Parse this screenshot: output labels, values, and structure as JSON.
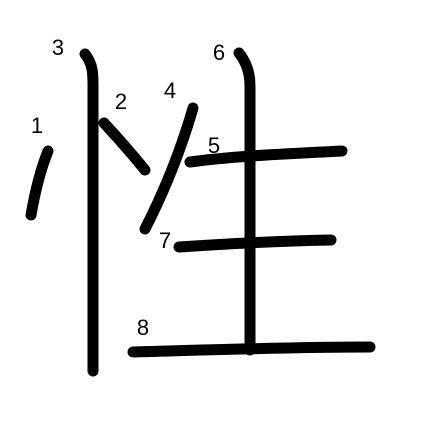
{
  "diagram": {
    "character": "性",
    "stroke_color": "#000000",
    "label_color": "#000000",
    "background_color": "#ffffff",
    "stroke_numbers": [
      "1",
      "2",
      "3",
      "4",
      "5",
      "6",
      "7",
      "8"
    ]
  }
}
